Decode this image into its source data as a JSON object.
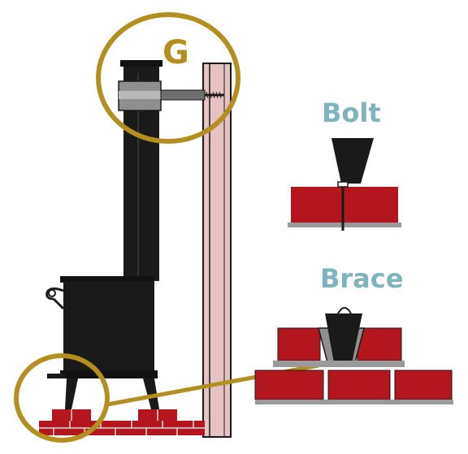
{
  "labels": {
    "detail_g": "G",
    "bolt": "Bolt",
    "brace": "Brace"
  },
  "colors": {
    "stove": "#1a1a1a",
    "brick": "#b3171d",
    "mortar": "#9a9a9a",
    "callout": "#b28f1e",
    "label": "#7fb3bd",
    "post": "#e6c3c3"
  }
}
